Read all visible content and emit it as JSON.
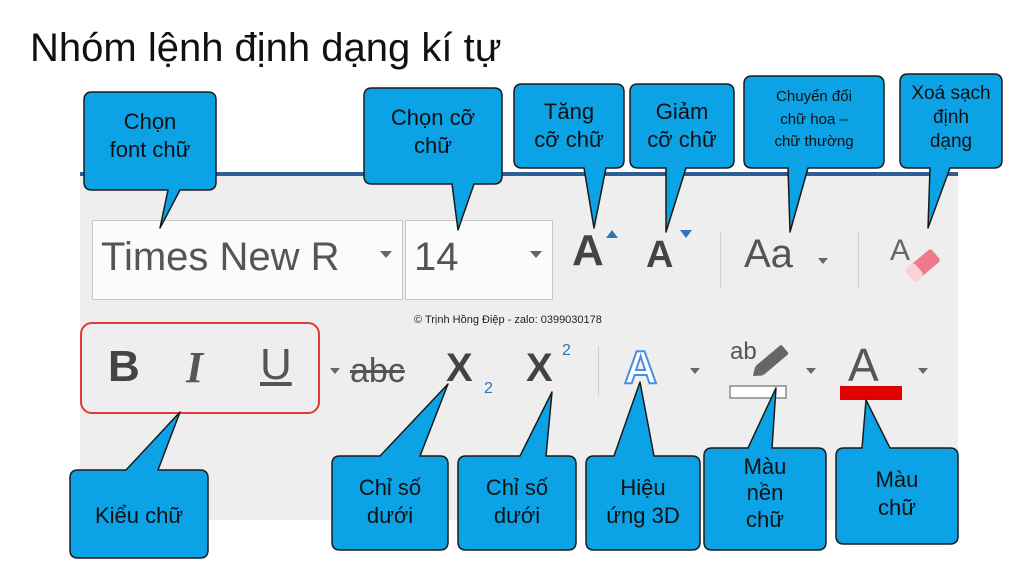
{
  "title": "Nhóm lệnh định dạng kí tự",
  "font_box": {
    "value": "Times New R"
  },
  "size_box": {
    "value": "14"
  },
  "copyright": "©  Trịnh Hồng Điệp - zalo: 0399030178",
  "glyphs": {
    "grow": "A",
    "shrink": "A",
    "change_case": "Aa",
    "bold": "B",
    "italic": "I",
    "underline": "U",
    "strike": "abc",
    "sub_x": "X",
    "sub_2": "2",
    "sup_x": "X",
    "sup_2": "2",
    "effects": "A",
    "highlight": "ab",
    "font_color": "A"
  },
  "callouts": {
    "font": [
      "Chọn",
      "font chữ"
    ],
    "size": [
      "Chọn cỡ",
      "chữ"
    ],
    "grow": [
      "Tăng",
      "cỡ chữ"
    ],
    "shrink": [
      "Giảm",
      "cỡ chữ"
    ],
    "case": [
      "Chuyển đổi",
      "chữ hoa –",
      "chữ thường"
    ],
    "clear": [
      "Xoá sạch",
      "định",
      "dạng"
    ],
    "style": [
      "Kiểu chữ"
    ],
    "subscript": [
      "Chỉ số",
      "dưới"
    ],
    "superscript": [
      "Chỉ số",
      "dưới"
    ],
    "effects": [
      "Hiệu",
      "ứng 3D"
    ],
    "highlight": [
      "Màu",
      "nền",
      "chữ"
    ],
    "color": [
      "Màu",
      "chữ"
    ]
  },
  "colors": {
    "callout_fill": "#0ba3e6",
    "callout_stroke": "#1a1a1a",
    "group_border": "#e53935",
    "font_color_bar": "#e00000",
    "effects_blue": "#4a90e2",
    "arrow_blue": "#2e75b6"
  },
  "icons": [
    "font-dropdown-arrow-icon",
    "eraser-icon",
    "highlighter-icon",
    "text-effects-icon"
  ]
}
